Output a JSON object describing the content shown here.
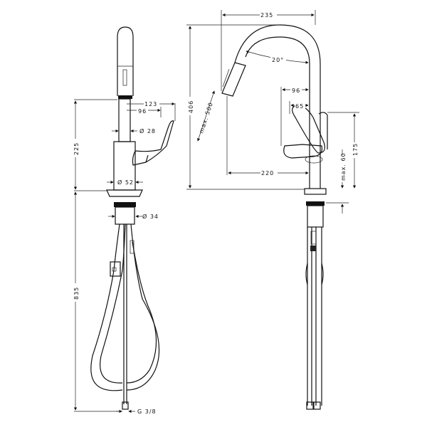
{
  "diagram": {
    "type": "technical-dimension-drawing",
    "subject": "kitchen faucet with pull-out spray",
    "views": [
      {
        "name": "side-view",
        "dimensions": {
          "spout_reach_outer": "123",
          "lever_offset": "96",
          "spout_diameter": "Ø 28",
          "body_diameter": "Ø 52",
          "height_to_spout": "225",
          "shank_diameter": "Ø 34",
          "hose_length": "835",
          "connection_thread": "G 3/8"
        }
      },
      {
        "name": "front-view",
        "dimensions": {
          "overall_width": "235",
          "overall_height": "406",
          "swivel_angle": "20°",
          "pullout_length": "max. 500",
          "lever_reach": "96",
          "lever_pivot": "65",
          "spout_projection": "220",
          "lever_height": "175",
          "deck_thickness": "max. 60"
        }
      }
    ]
  }
}
